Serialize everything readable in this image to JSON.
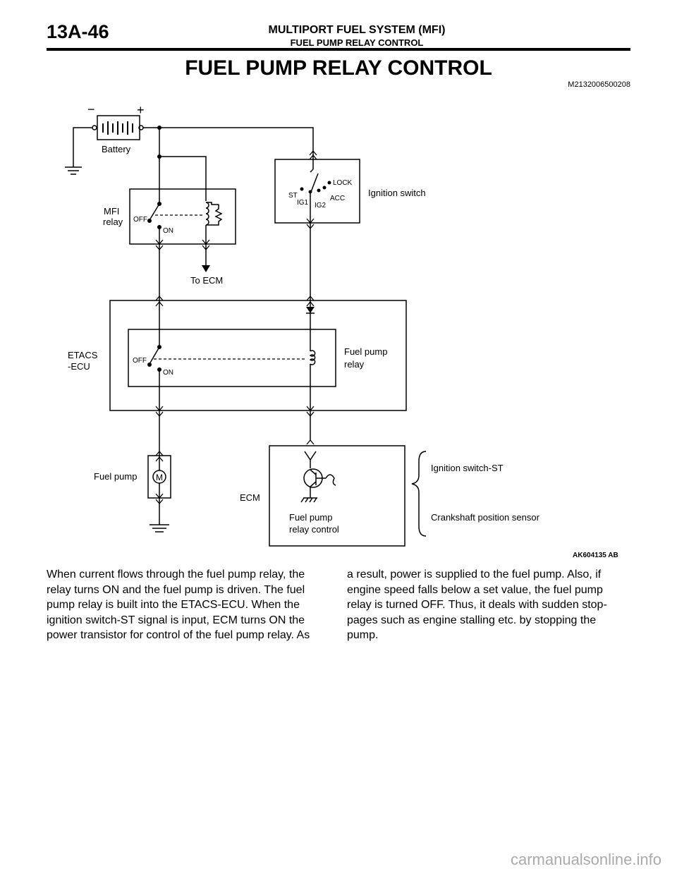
{
  "header": {
    "page_number": "13A-46",
    "system": "MULTIPORT FUEL SYSTEM (MFI)",
    "section": "FUEL PUMP RELAY CONTROL"
  },
  "title": "FUEL PUMP RELAY CONTROL",
  "doc_id": "M2132006500208",
  "diagram": {
    "battery_minus": "−",
    "battery_plus": "+",
    "battery": "Battery",
    "mfi_relay_line1": "MFI",
    "mfi_relay_line2": "relay",
    "off": "OFF",
    "on": "ON",
    "to_ecm": "To ECM",
    "ig_st": "ST",
    "ig_ig1": "IG1",
    "ig_ig2": "IG2",
    "ig_acc": "ACC",
    "ig_lock": "LOCK",
    "ignition_switch": "Ignition switch",
    "etacs_line1": "ETACS",
    "etacs_line2": "-ECU",
    "fuel_pump_relay_line1": "Fuel pump",
    "fuel_pump_relay_line2": "relay",
    "fuel_pump": "Fuel pump",
    "motor": "M",
    "ecm": "ECM",
    "fp_control_line1": "Fuel pump",
    "fp_control_line2": "relay control",
    "input_ig_st": "Ignition switch-ST",
    "input_crank": "Crankshaft position sensor",
    "figure_code": "AK604135 AB"
  },
  "body": {
    "left": "When current flows through the fuel pump relay, the relay turns ON and the fuel pump is driven. The fuel pump relay is built into the ETACS-ECU. When the ignition switch-ST signal is input, ECM turns ON the power transistor for control of the fuel pump relay. As",
    "right": "a result, power is supplied to the fuel pump. Also, if engine speed falls below a set value, the fuel pump relay is turned OFF. Thus, it deals with sudden stop-pages such as engine stalling etc. by stopping the pump."
  },
  "watermark": "carmanualsonline.info"
}
